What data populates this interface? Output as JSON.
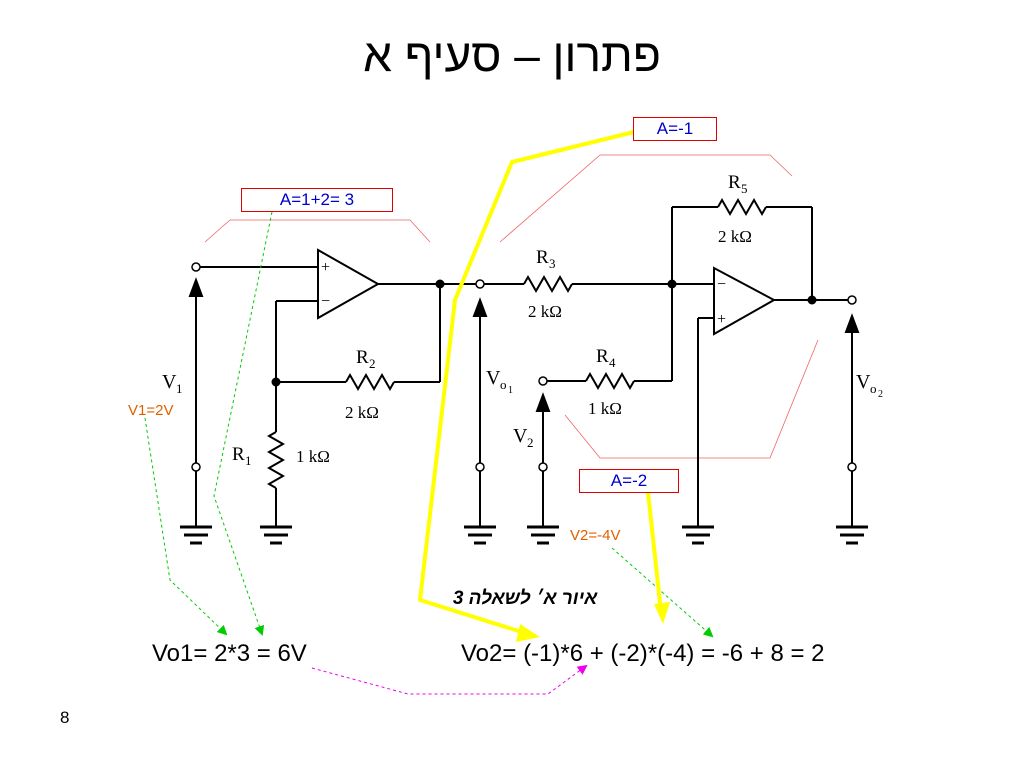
{
  "title": "פתרון – סעיף א",
  "page_number": "8",
  "equations": {
    "vo1": "Vo1= 2*3 = 6V",
    "vo2": "Vo2= (-1)*6 + (-2)*(-4) = -6 + 8 = 2"
  },
  "annotations": {
    "gain_first_stage": "A=1+2= 3",
    "gain_v1_path": "A=-1",
    "gain_v2_path": "A=-2",
    "v1_value": "V1=2V",
    "v2_value": "V2=-4V"
  },
  "circuit": {
    "caption": "איור א׳ לשאלה 3",
    "r1_name": "R",
    "r1_sub": "1",
    "r1_value": "1 kΩ",
    "r2_name": "R",
    "r2_sub": "2",
    "r2_value": "2 kΩ",
    "r3_name": "R",
    "r3_sub": "3",
    "r3_value": "2 kΩ",
    "r4_name": "R",
    "r4_sub": "4",
    "r4_value": "1 kΩ",
    "r5_name": "R",
    "r5_sub": "5",
    "r5_value": "2 kΩ",
    "v1_label": "V",
    "v1_sub": "1",
    "v2_label": "V",
    "v2_sub": "2",
    "vo1_label": "V",
    "vo1_sub": "o",
    "vo1_subsub": "1",
    "vo2_label": "V",
    "vo2_sub": "o",
    "vo2_subsub": "2",
    "plus_sign": "+",
    "minus_sign": "−"
  },
  "colors": {
    "highlight_yellow": "#ffff00",
    "pointer_green": "#00cc00",
    "pointer_magenta": "#ee00ee",
    "box_border": "#e00000",
    "box_text": "#0000cc",
    "note_text": "#e06000"
  }
}
